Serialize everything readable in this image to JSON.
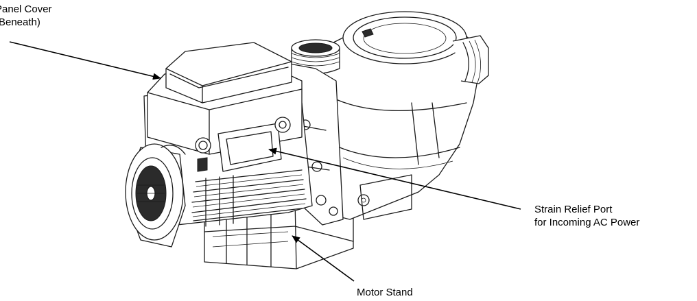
{
  "labels": {
    "panel_cover_line1": "Panel Cover",
    "panel_cover_line2": "(Beneath)",
    "strain_relief_line1": "Strain Relief Port",
    "strain_relief_line2": "for Incoming AC Power",
    "motor_stand": "Motor Stand"
  }
}
